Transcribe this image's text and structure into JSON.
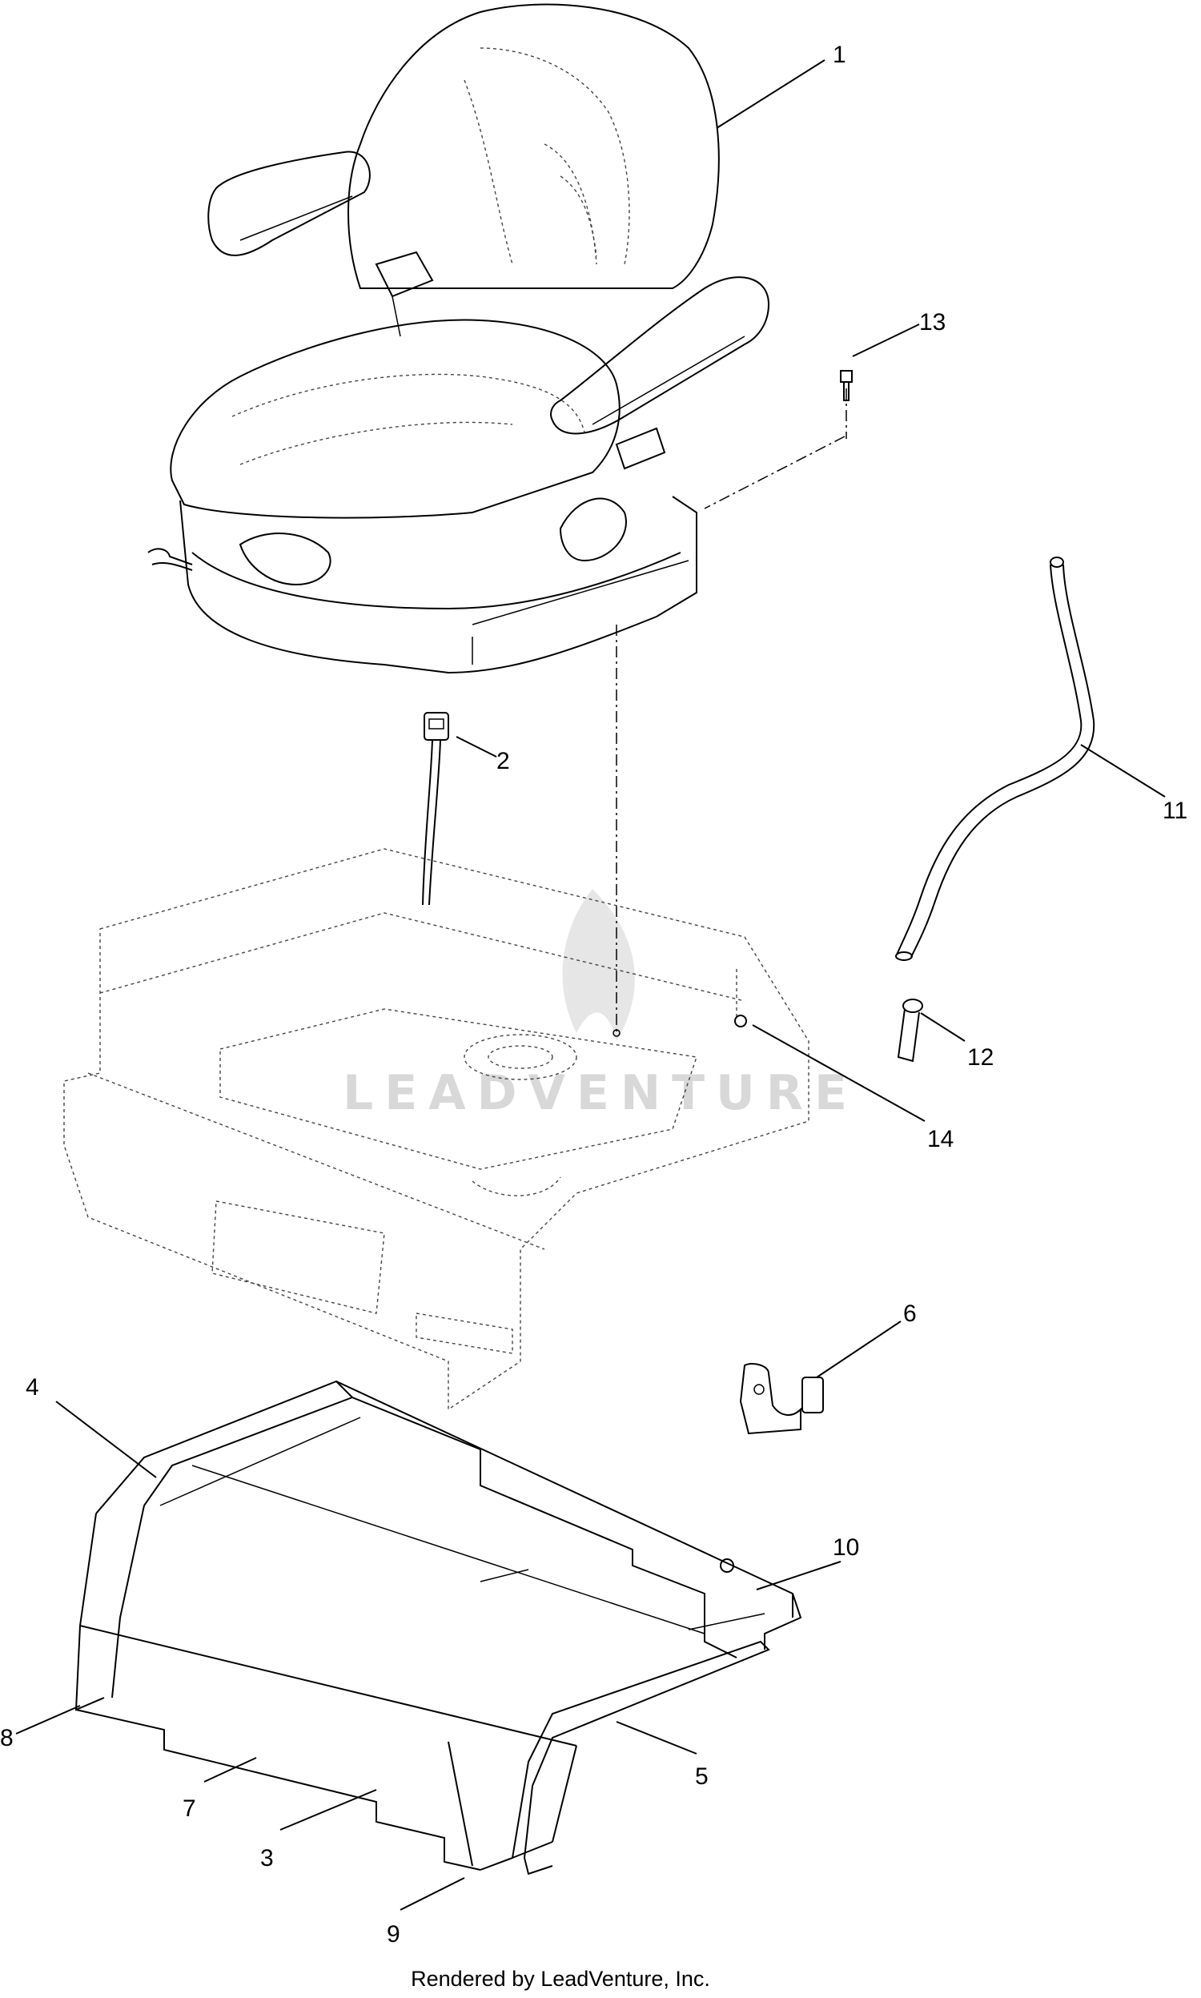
{
  "diagram": {
    "watermark_text": "LEADVENTURE",
    "footer_text": "Rendered by LeadVenture, Inc.",
    "callouts": [
      {
        "id": "1",
        "label": "1"
      },
      {
        "id": "2",
        "label": "2"
      },
      {
        "id": "3",
        "label": "3"
      },
      {
        "id": "4",
        "label": "4"
      },
      {
        "id": "5",
        "label": "5"
      },
      {
        "id": "6",
        "label": "6"
      },
      {
        "id": "7",
        "label": "7"
      },
      {
        "id": "8",
        "label": "8"
      },
      {
        "id": "9",
        "label": "9"
      },
      {
        "id": "10",
        "label": "10"
      },
      {
        "id": "11",
        "label": "11"
      },
      {
        "id": "12",
        "label": "12"
      },
      {
        "id": "13",
        "label": "13"
      },
      {
        "id": "14",
        "label": "14"
      }
    ]
  }
}
